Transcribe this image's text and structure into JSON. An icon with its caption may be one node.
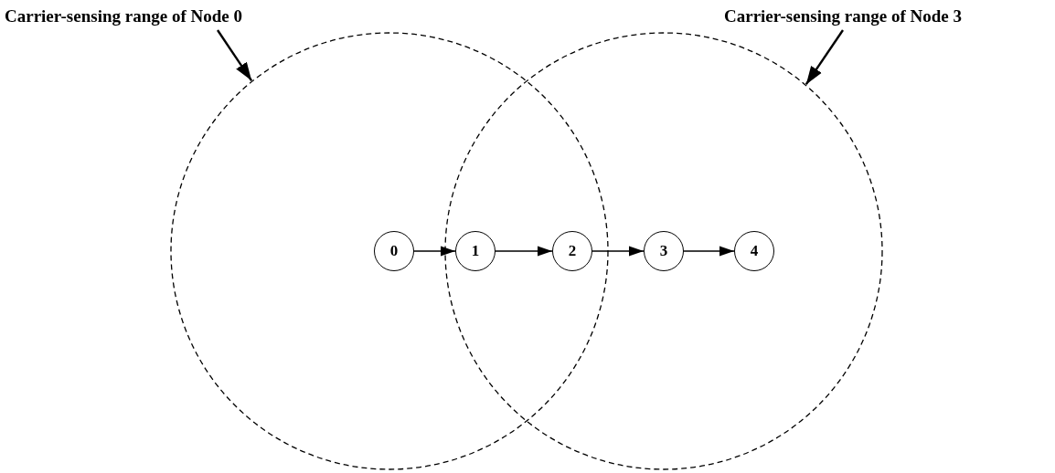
{
  "diagram": {
    "nodes": [
      {
        "text": [
          "Carrier-sensing range of Node 0"
        ]
      },
      {
        "text": [
          "Carrier-sensing range of Node 3"
        ]
      },
      {
        "text": [],
        "shape": "circle"
      },
      {
        "text": [],
        "shape": "circle"
      },
      {
        "text": [
          "0"
        ],
        "in": 2
      },
      {
        "text": [
          "1"
        ]
      },
      {
        "text": [
          "2"
        ]
      },
      {
        "text": [
          "3"
        ],
        "in": 3
      },
      {
        "text": [
          "4"
        ],
        "in": 3
      }
    ],
    "edges": [
      {
        "from": 0,
        "to": 2,
        "arrow": "to"
      },
      {
        "from": 1,
        "to": 3,
        "arrow": "to"
      },
      {
        "from": 4,
        "to": 5,
        "arrow": "to"
      },
      {
        "from": 5,
        "to": 6,
        "arrow": "to"
      },
      {
        "from": 6,
        "to": 7,
        "arrow": "to"
      },
      {
        "from": 7,
        "to": 8,
        "arrow": "to"
      }
    ]
  }
}
